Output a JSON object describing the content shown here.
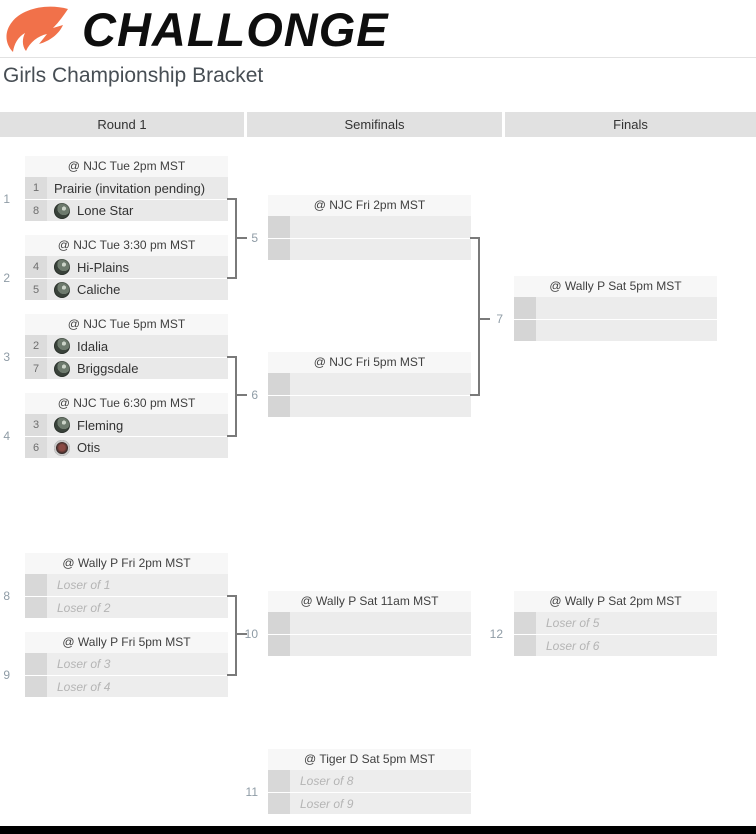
{
  "brand": {
    "name": "CHALLONGE",
    "logo_color": "#f1714a",
    "wordmark_color": "#0e0e0e"
  },
  "page": {
    "title": "Girls Championship Bracket"
  },
  "rounds": [
    {
      "label": "Round 1"
    },
    {
      "label": "Semifinals"
    },
    {
      "label": "Finals"
    }
  ],
  "icons": {
    "flame_logo": "orange-flame-swoosh",
    "team_avatar": "gray-sphere-leaf-circle",
    "otis_avatar": "dark-circle-red-center"
  },
  "matches": [
    {
      "id": "1",
      "schedule": "@ NJC Tue 2pm MST",
      "slots": [
        {
          "seed": "1",
          "name": "Prairie (invitation pending)"
        },
        {
          "seed": "8",
          "name": "Lone Star"
        }
      ]
    },
    {
      "id": "2",
      "schedule": "@ NJC Tue 3:30 pm MST",
      "slots": [
        {
          "seed": "4",
          "name": "Hi-Plains"
        },
        {
          "seed": "5",
          "name": "Caliche"
        }
      ]
    },
    {
      "id": "3",
      "schedule": "@ NJC Tue 5pm MST",
      "slots": [
        {
          "seed": "2",
          "name": "Idalia"
        },
        {
          "seed": "7",
          "name": "Briggsdale"
        }
      ]
    },
    {
      "id": "4",
      "schedule": "@ NJC Tue 6:30 pm MST",
      "slots": [
        {
          "seed": "3",
          "name": "Fleming"
        },
        {
          "seed": "6",
          "name": "Otis"
        }
      ]
    },
    {
      "id": "5",
      "schedule": "@ NJC Fri 2pm MST",
      "slots": [
        {
          "seed": "",
          "name": ""
        },
        {
          "seed": "",
          "name": ""
        }
      ]
    },
    {
      "id": "6",
      "schedule": "@ NJC Fri 5pm MST",
      "slots": [
        {
          "seed": "",
          "name": ""
        },
        {
          "seed": "",
          "name": ""
        }
      ]
    },
    {
      "id": "7",
      "schedule": "@ Wally P Sat 5pm MST",
      "slots": [
        {
          "seed": "",
          "name": ""
        },
        {
          "seed": "",
          "name": ""
        }
      ]
    },
    {
      "id": "8",
      "schedule": "@ Wally P Fri 2pm MST",
      "slots": [
        {
          "seed": "",
          "placeholder": "Loser of 1"
        },
        {
          "seed": "",
          "placeholder": "Loser of 2"
        }
      ]
    },
    {
      "id": "9",
      "schedule": "@ Wally P Fri 5pm MST",
      "slots": [
        {
          "seed": "",
          "placeholder": "Loser of 3"
        },
        {
          "seed": "",
          "placeholder": "Loser of 4"
        }
      ]
    },
    {
      "id": "10",
      "schedule": "@ Wally P Sat 11am MST",
      "slots": [
        {
          "seed": "",
          "name": ""
        },
        {
          "seed": "",
          "name": ""
        }
      ]
    },
    {
      "id": "11",
      "schedule": "@ Tiger D Sat 5pm MST",
      "slots": [
        {
          "seed": "",
          "placeholder": "Loser of 8"
        },
        {
          "seed": "",
          "placeholder": "Loser of 9"
        }
      ]
    },
    {
      "id": "12",
      "schedule": "@ Wally P Sat 2pm MST",
      "slots": [
        {
          "seed": "",
          "placeholder": "Loser of 5"
        },
        {
          "seed": "",
          "placeholder": "Loser of 6"
        }
      ]
    }
  ],
  "colors": {
    "round_header_bg": "#e1e1e1",
    "schedule_bg": "#f7f7f7",
    "row_bg": "#e9e9e9",
    "seed_bg": "#dcdcdc",
    "empty_row_bg": "#ececec",
    "empty_seed_bg": "#d5d5d5",
    "placeholder_text": "#b4b4b4",
    "connector": "#7a7a7a",
    "match_number": "#8f9ca6",
    "footer_bar": "#000000"
  }
}
